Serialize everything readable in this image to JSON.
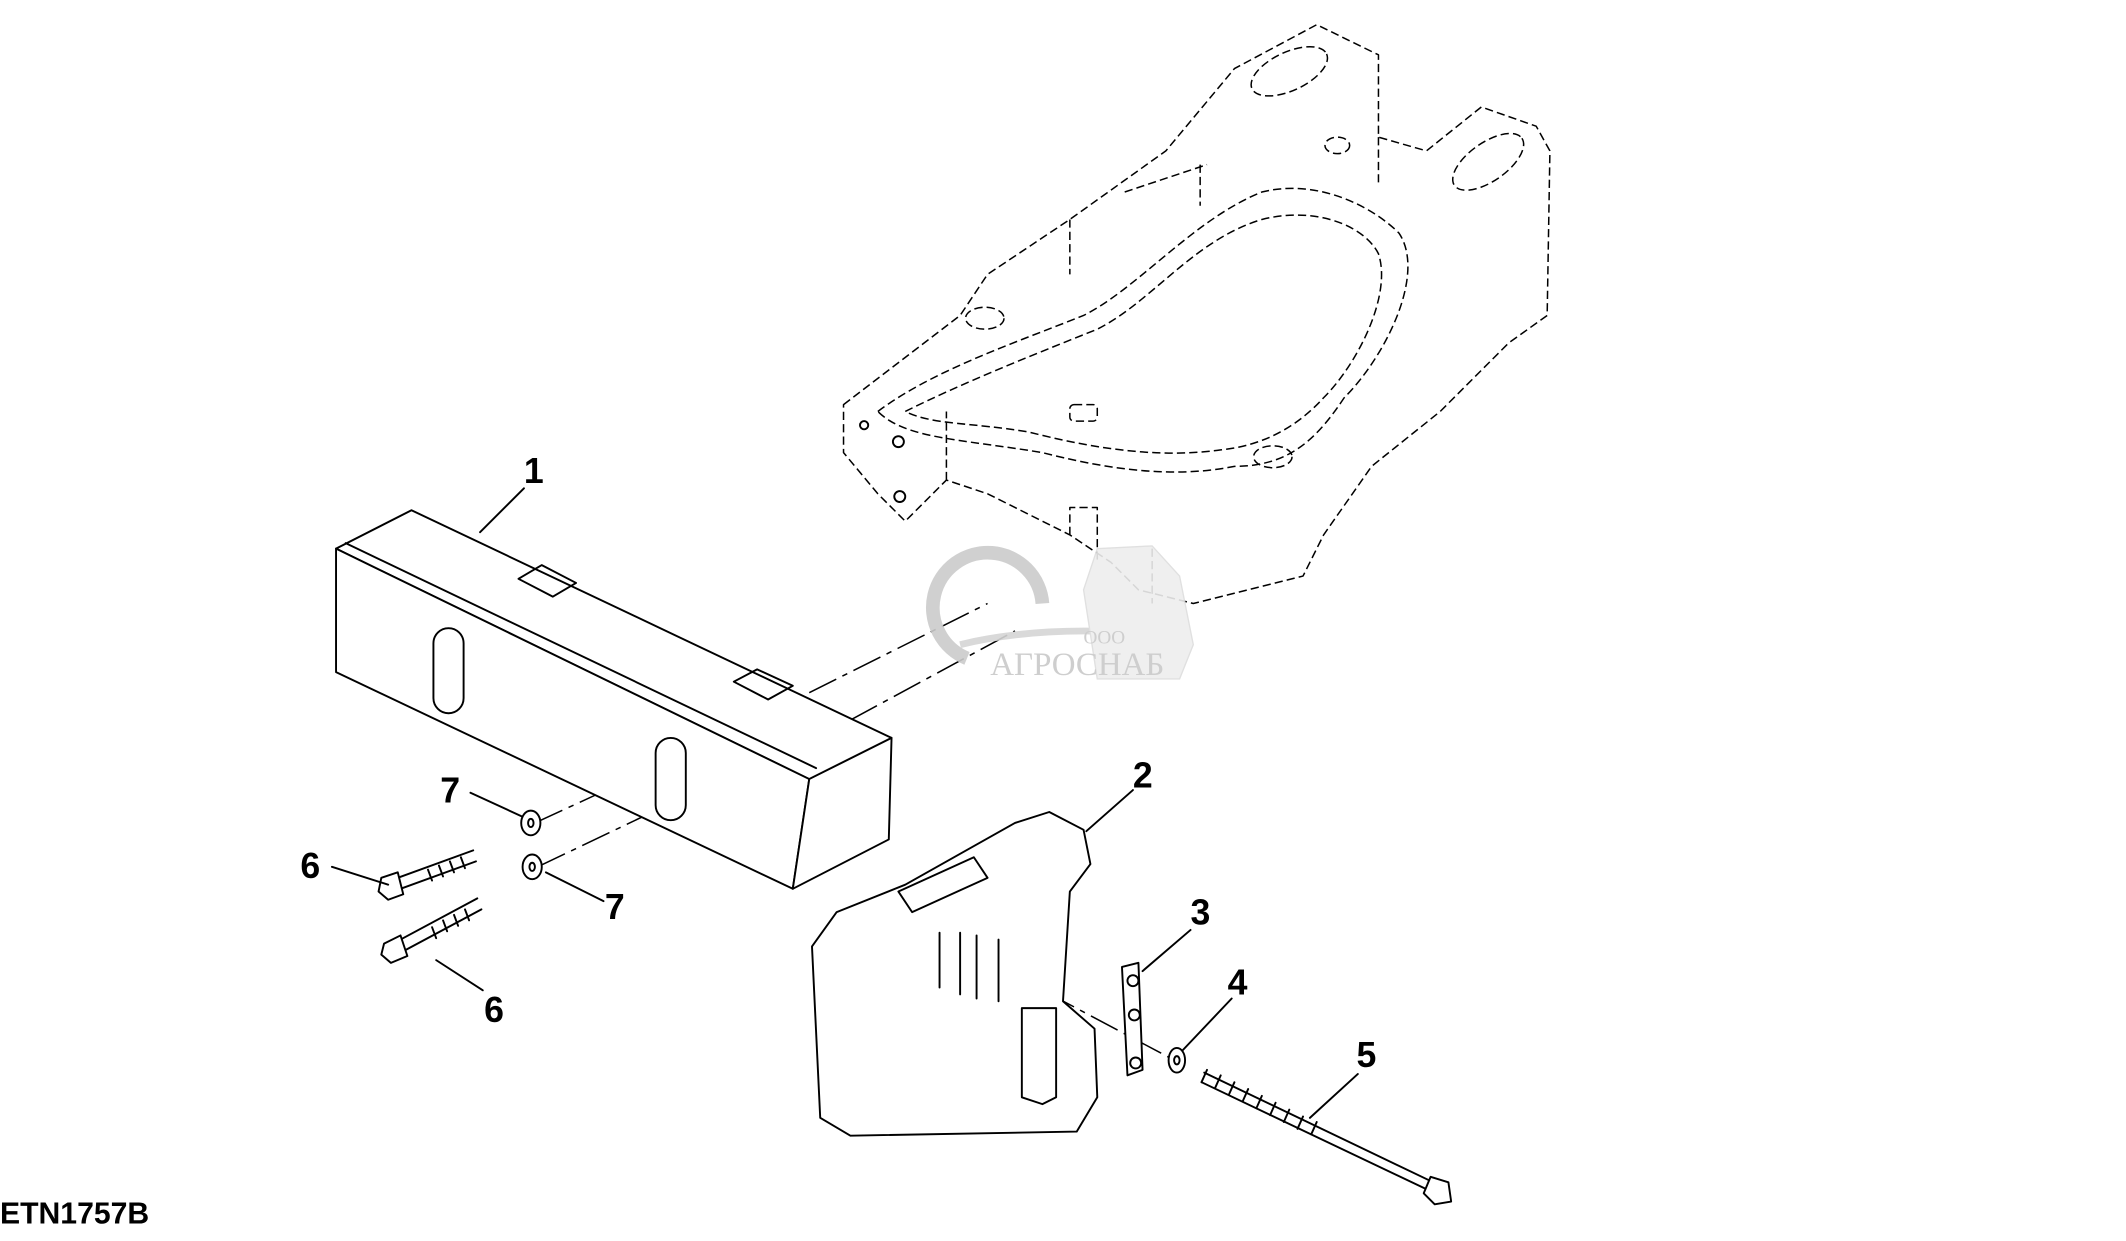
{
  "figure_id": "ETN1757B",
  "callouts": [
    "1",
    "2",
    "3",
    "4",
    "5",
    "6",
    "6",
    "7",
    "7"
  ],
  "watermark": {
    "prefix": "ООО",
    "name": "АГРОСНАБ"
  }
}
